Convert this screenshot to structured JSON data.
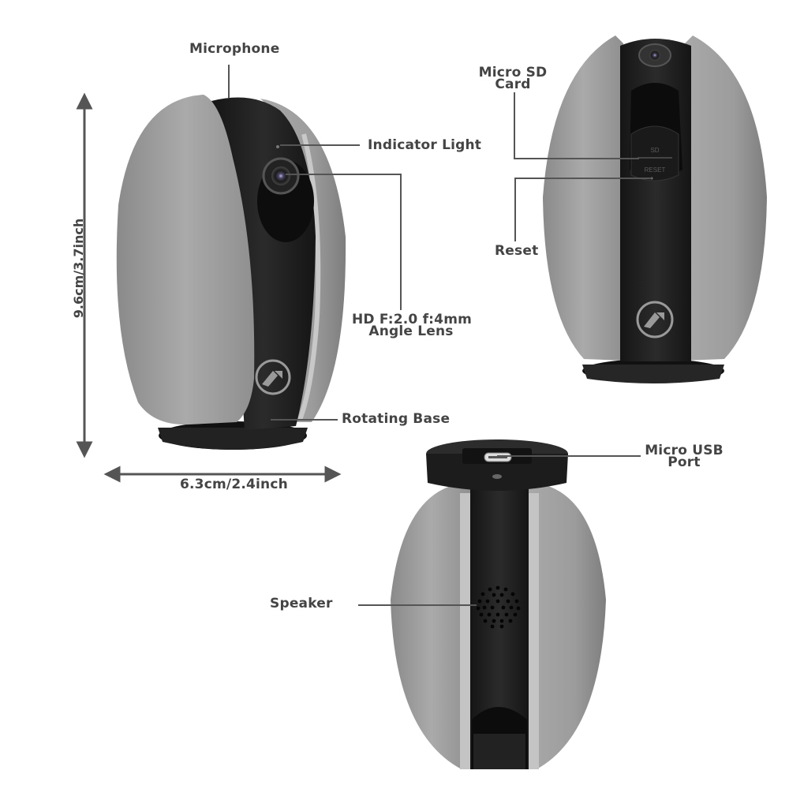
{
  "diagram": {
    "subject": "Rotating indoor security camera — annotated product views",
    "views": [
      {
        "id": "front-three-quarter",
        "description": "Front angled view"
      },
      {
        "id": "front",
        "description": "Front view with SD and reset panel"
      },
      {
        "id": "back",
        "description": "Back view with speaker and USB port"
      }
    ],
    "callouts": {
      "microphone": "Microphone",
      "indicator_light": "Indicator Light",
      "lens_line1": "HD F:2.0 f:4mm",
      "lens_line2": "Angle Lens",
      "rotating_base": "Rotating Base",
      "micro_sd_line1": "Micro SD",
      "micro_sd_line2": "Card",
      "reset": "Reset",
      "micro_usb_line1": "Micro USB",
      "micro_usb_line2": "Port",
      "speaker": "Speaker"
    },
    "dimensions": {
      "height": "9.6cm/3.7inch",
      "width": "6.3cm/2.4inch"
    },
    "panel_text": {
      "sd": "SD",
      "reset": "RESET"
    },
    "colors": {
      "shell": "#9a9a9a",
      "shell_light": "#b8b8b8",
      "body": "#1e1e1e",
      "base": "#2a2a2a",
      "callout_line": "#555555",
      "label_text": "#444444"
    }
  }
}
